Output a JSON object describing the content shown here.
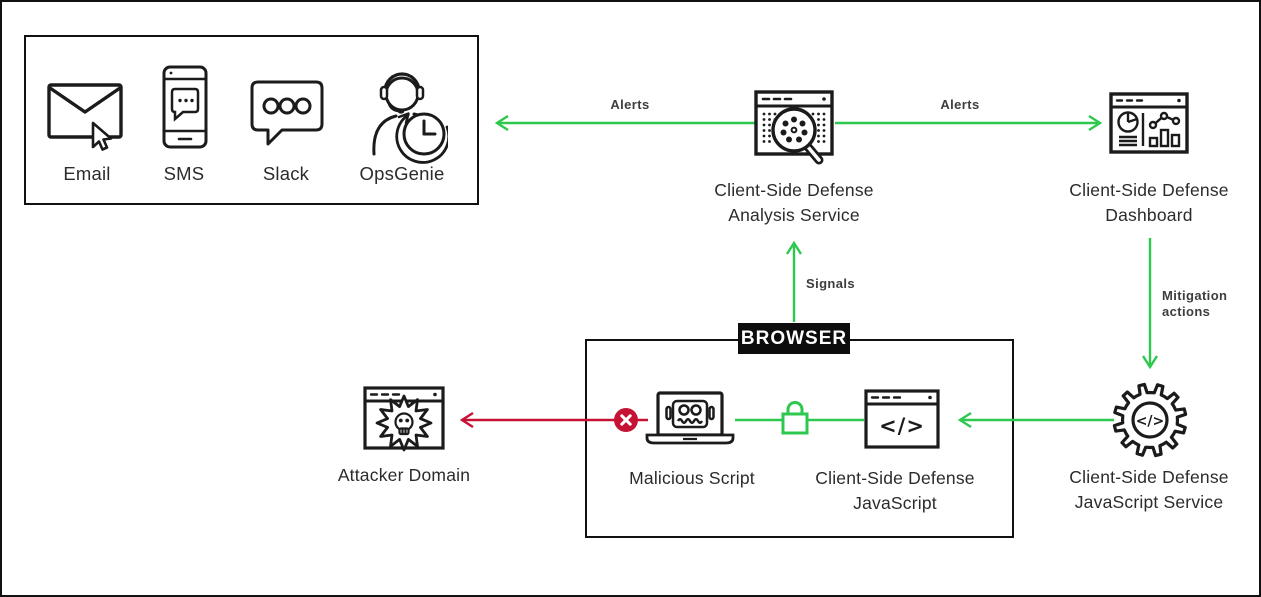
{
  "colors": {
    "green": "#2EC84F",
    "red": "#C51235",
    "ink": "#1b1b1b",
    "black": "#0d0d0d",
    "text": "#2b2b2b"
  },
  "notification_panel": {
    "channels": [
      {
        "label": "Email",
        "icon": "email-icon"
      },
      {
        "label": "SMS",
        "icon": "sms-icon"
      },
      {
        "label": "Slack",
        "icon": "slack-icon"
      },
      {
        "label": "OpsGenie",
        "icon": "opsgenie-icon"
      }
    ]
  },
  "nodes": {
    "analysis": {
      "icon": "analysis-service-icon",
      "line1": "Client-Side Defense",
      "line2": "Analysis Service"
    },
    "dashboard": {
      "icon": "dashboard-icon",
      "line1": "Client-Side Defense",
      "line2": "Dashboard"
    },
    "js_service": {
      "icon": "gear-code-icon",
      "line1": "Client-Side Defense",
      "line2": "JavaScript Service"
    },
    "attacker": {
      "icon": "attacker-domain-icon",
      "label": "Attacker Domain"
    },
    "malicious": {
      "icon": "malicious-script-icon",
      "label": "Malicious Script"
    },
    "csd_js": {
      "icon": "browser-code-icon",
      "line1": "Client-Side Defense",
      "line2": "JavaScript"
    }
  },
  "browser": {
    "label": "BROWSER"
  },
  "edge_labels": {
    "alerts_left": "Alerts",
    "alerts_right": "Alerts",
    "signals": "Signals",
    "mitigation": "Mitigation actions"
  },
  "code_glyph": "</>",
  "markers": {
    "blocked": "x-circle-icon",
    "secure": "lock-icon"
  }
}
